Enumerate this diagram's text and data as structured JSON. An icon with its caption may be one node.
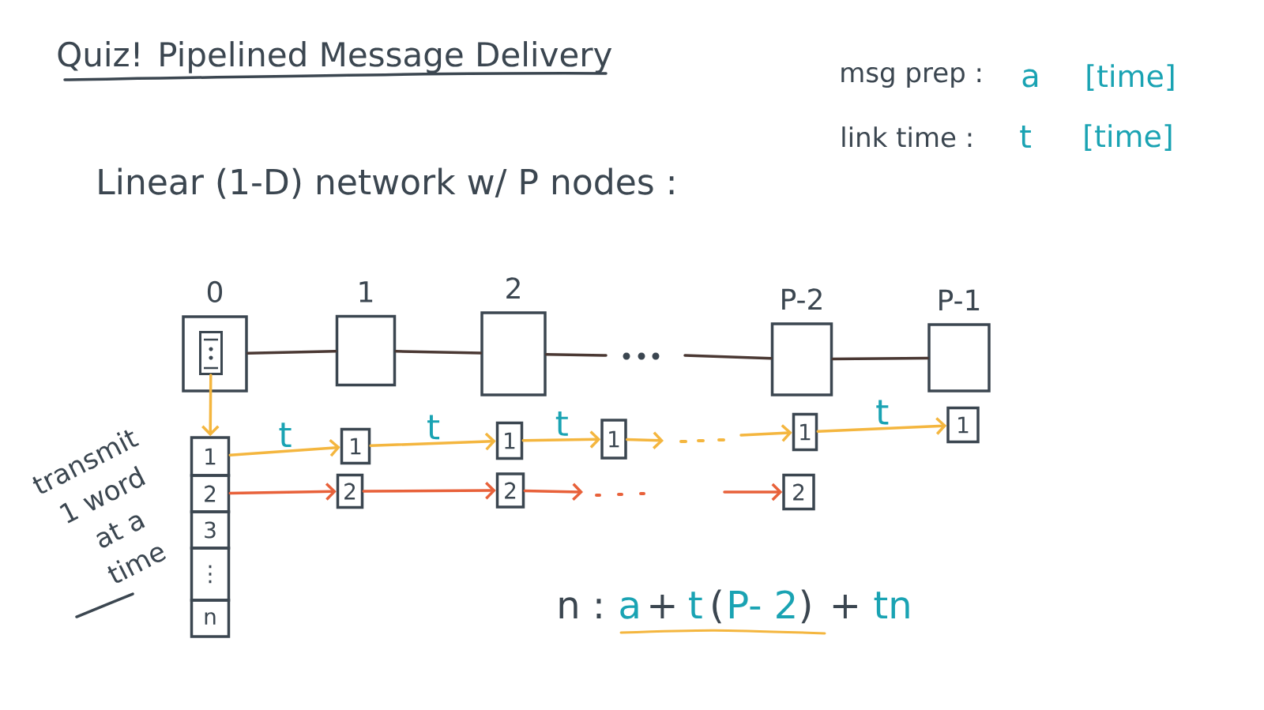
{
  "diagram": {
    "title": "Quiz! Pipelined Message Delivery",
    "nodes": [
      {
        "text": [
          "0"
        ]
      },
      {
        "text": [],
        "shape": "box",
        "in": 0
      },
      {
        "text": [
          "1"
        ]
      },
      {
        "text": [
          "2"
        ]
      },
      {
        "text": [
          "P-2"
        ]
      },
      {
        "text": [
          "P-1"
        ]
      },
      {
        "text": [
          "1"
        ]
      },
      {
        "text": [
          "2"
        ]
      },
      {
        "text": [
          "3"
        ]
      },
      {
        "text": [
          "⋮"
        ]
      },
      {
        "text": [
          "n"
        ]
      },
      {
        "text": [
          "1"
        ]
      },
      {
        "text": [
          "1"
        ]
      },
      {
        "text": [
          "1"
        ]
      },
      {
        "text": [
          "1"
        ]
      },
      {
        "text": [
          "1"
        ]
      },
      {
        "text": [
          "2"
        ]
      },
      {
        "text": [
          "2"
        ]
      },
      {
        "text": [
          "2"
        ]
      }
    ],
    "edges": [
      {
        "from": 0,
        "to": 2,
        "arrow": "none",
        "color": "#4a3833"
      },
      {
        "from": 2,
        "to": 3,
        "arrow": "none",
        "color": "#4a3833"
      },
      {
        "from": 3,
        "to": null,
        "arrow": "none",
        "color": "#4a3833"
      },
      {
        "from": null,
        "to": 4,
        "arrow": "none",
        "color": "#4a3833"
      },
      {
        "from": 4,
        "to": 5,
        "arrow": "none",
        "color": "#4a3833"
      },
      {
        "from": 1,
        "to": 6,
        "arrow": "to"
      },
      {
        "from": 6,
        "to": 11,
        "arrow": "to",
        "label": "t"
      },
      {
        "from": 11,
        "to": 12,
        "arrow": "to",
        "label": "t"
      },
      {
        "from": 12,
        "to": 13,
        "arrow": "to",
        "label": "t"
      },
      {
        "from": 13,
        "to": null,
        "arrow": "to"
      },
      {
        "from": null,
        "to": 14,
        "arrow": "to"
      },
      {
        "from": 14,
        "to": 15,
        "arrow": "to",
        "label": "t"
      },
      {
        "from": 7,
        "to": 16,
        "arrow": "to",
        "color": "#e8613a"
      },
      {
        "from": 16,
        "to": 17,
        "arrow": "to",
        "color": "#e8613a"
      },
      {
        "from": 17,
        "to": null,
        "arrow": "to",
        "color": "#e8613a"
      },
      {
        "from": null,
        "to": 18,
        "arrow": "to",
        "color": "#e8613a"
      }
    ],
    "labels": [
      "msg prep :",
      "a",
      "[time]",
      "link time :",
      "t",
      "[time]",
      "Linear (1-D) network w/ P nodes :",
      "transmit 1 word at a time",
      "n :",
      "a",
      "+",
      "t",
      "(",
      "P- 2",
      ")",
      "+",
      "tn"
    ]
  }
}
